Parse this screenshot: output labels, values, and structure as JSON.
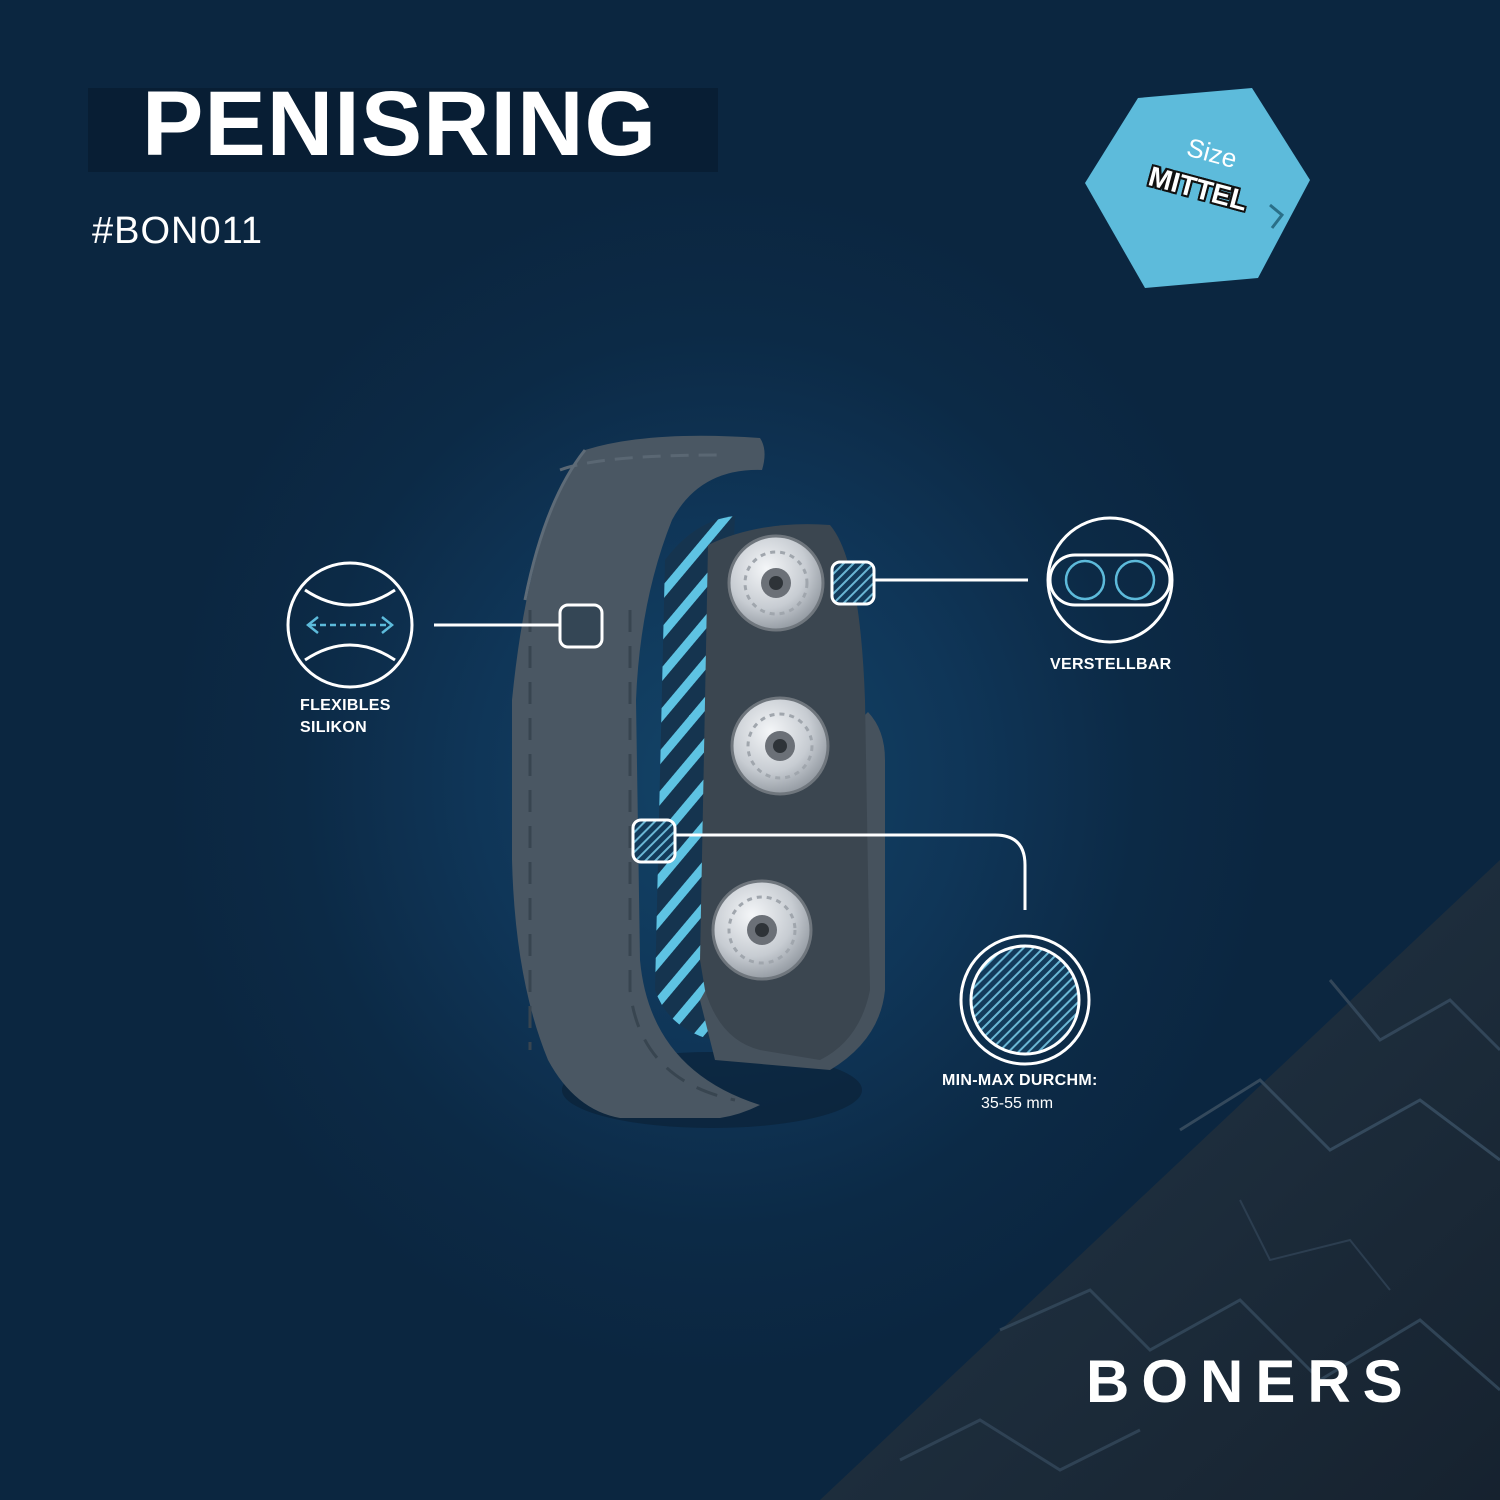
{
  "header": {
    "title": "PENISRING",
    "sku": "#BON011"
  },
  "size_badge": {
    "label": "Size",
    "value": "MITTEL",
    "color": "#5dbbdb"
  },
  "features": {
    "flexible": {
      "line1": "FLEXIBLES",
      "line2": "SILIKON",
      "icon": "flex-arrows-icon"
    },
    "adjustable": {
      "label": "VERSTELLBAR",
      "icon": "adjust-circles-icon"
    },
    "diameter": {
      "label": "MIN-MAX DURCHM:",
      "value": "35-55 mm",
      "icon": "hatched-circle-icon"
    }
  },
  "brand": {
    "name": "BONERS"
  },
  "colors": {
    "background": "#0e2b46",
    "accent": "#5dbbdb",
    "strap": "#4a5763"
  }
}
